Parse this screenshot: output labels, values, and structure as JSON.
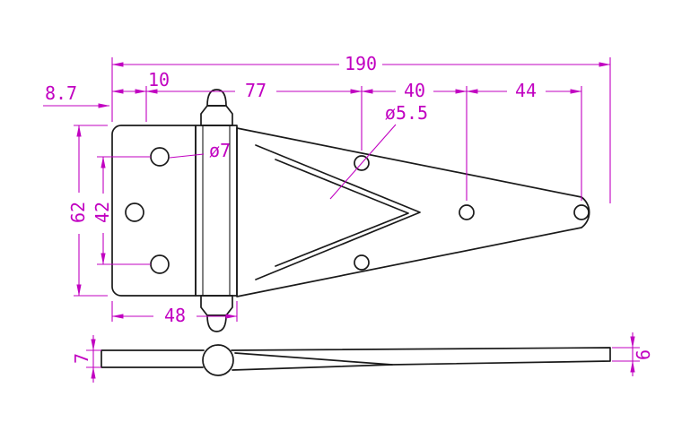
{
  "drawing": {
    "kind": "hinge technical drawing, top view and side view"
  },
  "colors": {
    "outline": "#1a1a1a",
    "dimension": "#c100c1",
    "background": "#ffffff"
  },
  "dims": {
    "d190": "190",
    "d10": "10",
    "d77": "77",
    "d40": "40",
    "d44": "44",
    "d8_7": "8.7",
    "d62": "62",
    "d42": "42",
    "d48": "48",
    "dia7": "ø7",
    "dia5_5": "ø5.5",
    "d7": "7",
    "d6": "6"
  }
}
